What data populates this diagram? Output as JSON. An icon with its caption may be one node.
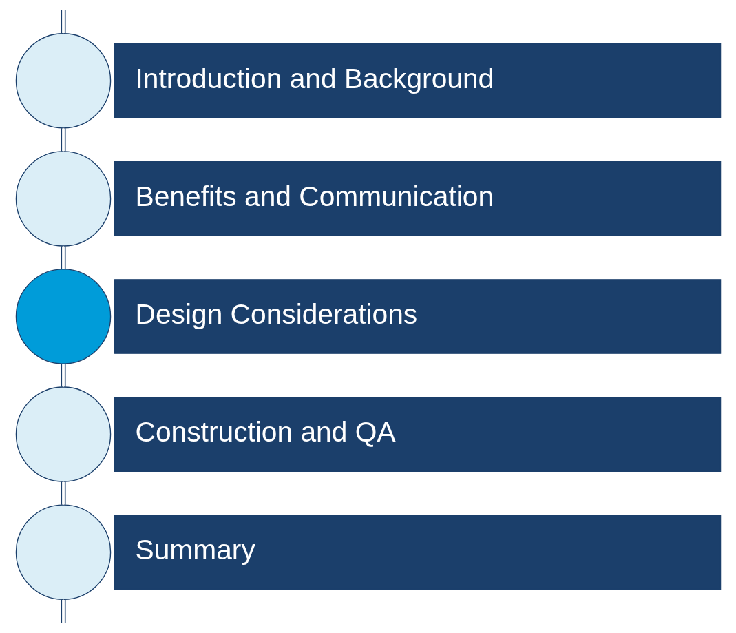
{
  "diagram": {
    "nodes": [
      {
        "text": [],
        "shape": "circle"
      },
      {
        "text": [
          "Introduction and Background"
        ]
      },
      {
        "text": [],
        "shape": "circle"
      },
      {
        "text": [
          "Benefits and Communication"
        ]
      },
      {
        "text": [],
        "shape": "circle"
      },
      {
        "text": [
          "Design Considerations"
        ]
      },
      {
        "text": [],
        "shape": "circle"
      },
      {
        "text": [
          "Construction and QA"
        ]
      },
      {
        "text": [],
        "shape": "circle"
      },
      {
        "text": [
          "Summary"
        ]
      }
    ],
    "edges": [
      {
        "from": null,
        "to": 0,
        "arrow": "none"
      },
      {
        "from": 0,
        "to": 2,
        "arrow": "none"
      },
      {
        "from": 2,
        "to": 4,
        "arrow": "none"
      },
      {
        "from": 4,
        "to": 6,
        "arrow": "none"
      },
      {
        "from": 6,
        "to": 8,
        "arrow": "none"
      },
      {
        "from": 8,
        "to": null,
        "arrow": "none"
      }
    ]
  }
}
